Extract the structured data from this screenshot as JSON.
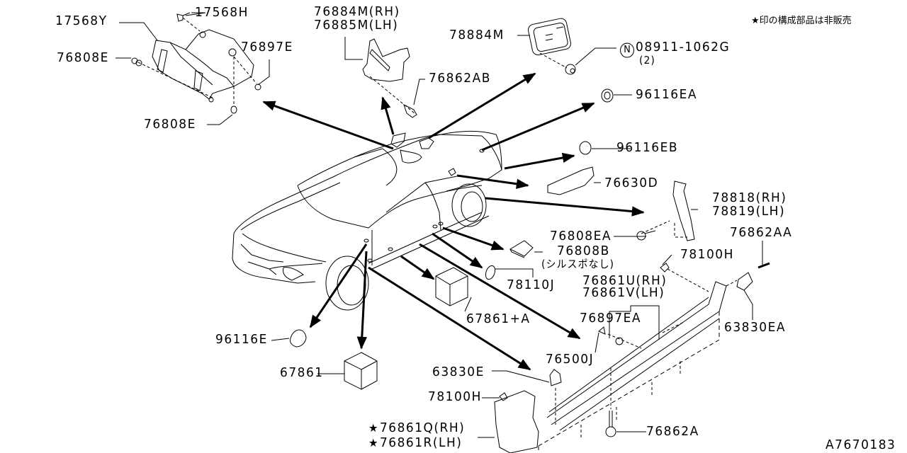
{
  "note": {
    "star": "★",
    "text": "印の構成部品は非販売"
  },
  "diagram_id": "A7670183",
  "labels": {
    "p17568Y": "17568Y",
    "p17568H": "17568H",
    "p76897E": "76897E",
    "p76808E_a": "76808E",
    "p76808E_b": "76808E",
    "p76884M": "76884M(RH)",
    "p76885M": "76885M(LH)",
    "p76862AB": "76862AB",
    "p78884M": "78884M",
    "p08911_symbol": "N",
    "p08911": "08911-1062G",
    "p08911_qty": "(2)",
    "p96116EA": "96116EA",
    "p96116EB": "96116EB",
    "p76630D": "76630D",
    "p78818": "78818(RH)",
    "p78819": "78819(LH)",
    "p76808EA": "76808EA",
    "p76862AA": "76862AA",
    "p76808B": "76808B",
    "p76808B_note": "(シルスポなし)",
    "p78100H_a": "78100H",
    "p78110J": "78110J",
    "p76861U": "76861U(RH)",
    "p76861V": "76861V(LH)",
    "p67861A": "67861+A",
    "p76897EA": "76897EA",
    "p63830EA": "63830EA",
    "p96116E": "96116E",
    "p76500J": "76500J",
    "p67861": "67861",
    "p63830E": "63830E",
    "p78100H_b": "78100H",
    "p76861Q": "76861Q(RH)",
    "p76861R": "76861R(LH)",
    "p76862A": "76862A",
    "star": "★"
  }
}
